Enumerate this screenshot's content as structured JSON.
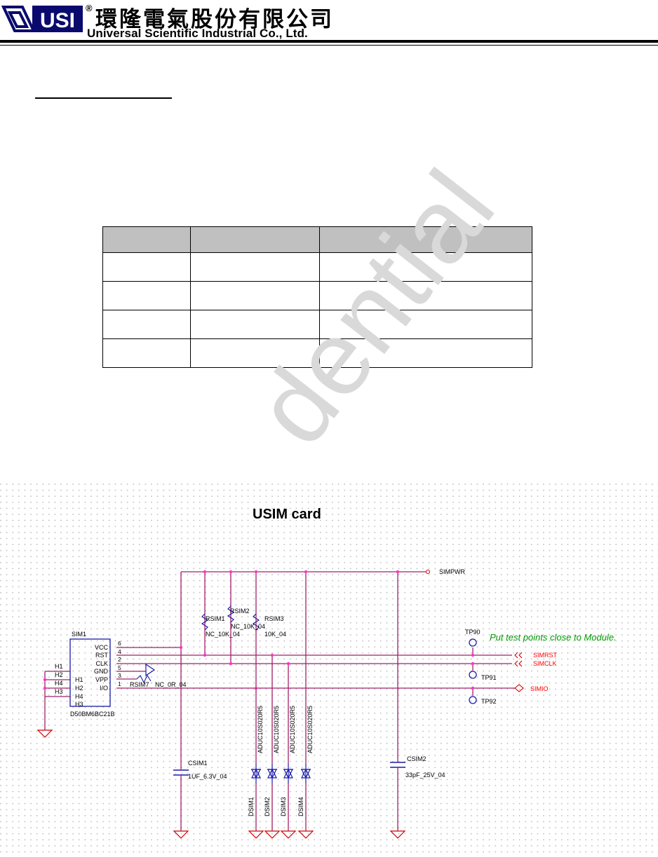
{
  "header": {
    "logo_text": "USI",
    "registered_mark": "®",
    "company_name_cn": "環隆電氣股份有限公司",
    "company_name_en": "Universal Scientific Industrial Co., Ltd."
  },
  "watermark": "dential",
  "pin_table": {
    "headers": [
      "",
      "",
      ""
    ],
    "rows": [
      [
        "",
        "",
        ""
      ],
      [
        "",
        "",
        ""
      ],
      [
        "",
        "",
        ""
      ],
      [
        "",
        "",
        ""
      ]
    ]
  },
  "schematic": {
    "title": "USIM card",
    "note": "Put test points close to Module.",
    "colors": {
      "wire": "#a0206a",
      "component": "#1a1aa8",
      "net_label": "#ff0000",
      "note": "#009900",
      "power": "#d20000"
    },
    "power_net": "SIMPWR",
    "connector": {
      "ref": "SIM1",
      "part": "D50BM6BC21B",
      "pins_right": [
        {
          "name": "VCC",
          "num": "6"
        },
        {
          "name": "RST",
          "num": "4"
        },
        {
          "name": "CLK",
          "num": "2"
        },
        {
          "name": "GND",
          "num": "5"
        },
        {
          "name": "VPP",
          "num": "3"
        },
        {
          "name": "I/O",
          "num": "1"
        }
      ],
      "pins_left": [
        "H1",
        "H2",
        "H4",
        "H3"
      ],
      "shield_labels": [
        "H1",
        "H2",
        "H4",
        "H3"
      ]
    },
    "resistors": [
      {
        "ref": "RSIM1",
        "value": "NC_10K_04"
      },
      {
        "ref": "RSIM2",
        "value": "NC_10K_04"
      },
      {
        "ref": "RSIM3",
        "value": "10K_04"
      },
      {
        "ref": "RSIM7",
        "value": "NC_0R_04"
      }
    ],
    "capacitors": [
      {
        "ref": "CSIM1",
        "value": "1UF_6.3V_04"
      },
      {
        "ref": "CSIM2",
        "value": "33pF_25V_04"
      }
    ],
    "diodes": [
      {
        "ref": "DSIM1",
        "part": "ADUC10S020R5"
      },
      {
        "ref": "DSIM2",
        "part": "ADUC10S020R5"
      },
      {
        "ref": "DSIM3",
        "part": "ADUC10S020R5"
      },
      {
        "ref": "DSIM4",
        "part": "ADUC10S020R5"
      }
    ],
    "test_points": [
      "TP90",
      "TP91",
      "TP92"
    ],
    "nets": [
      "SIMRST",
      "SIMCLK",
      "SIMIO"
    ]
  }
}
